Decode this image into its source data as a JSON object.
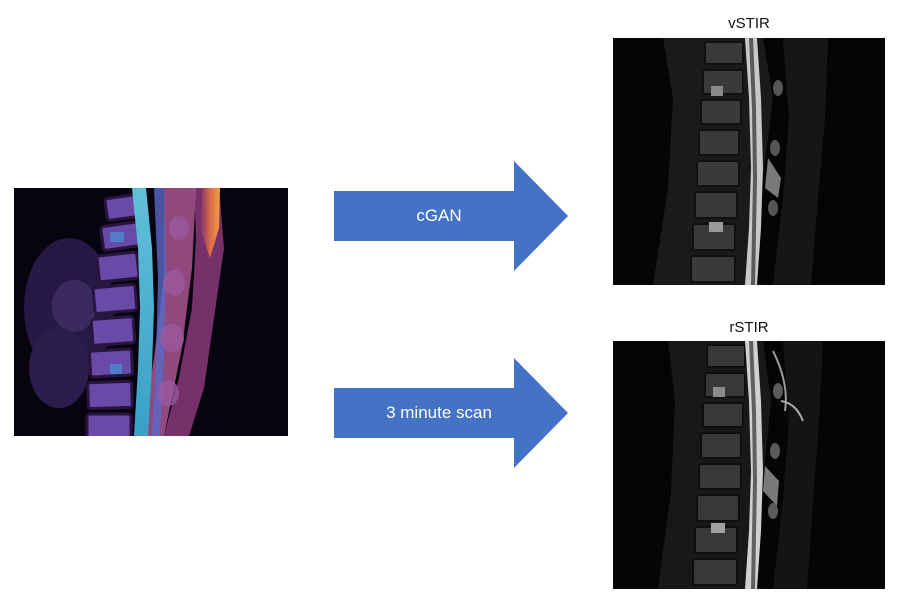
{
  "arrows": {
    "top_label": "cGAN",
    "bottom_label": "3 minute scan",
    "color": "#4472C4"
  },
  "outputs": {
    "top_title": "vSTIR",
    "bottom_title": "rSTIR"
  },
  "colors": {
    "background": "#FFFFFF",
    "image_background": "#050505"
  }
}
